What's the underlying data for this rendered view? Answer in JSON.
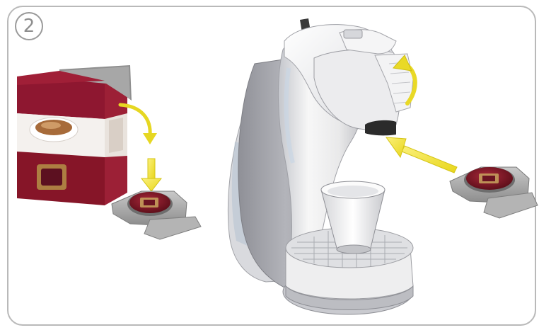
{
  "step": {
    "number": "2"
  },
  "colors": {
    "frame_border": "#b9b9b9",
    "box_red": "#8e1730",
    "box_white": "#f4f1ee",
    "capsule_red": "#7a1522",
    "holder_grey": "#9a9a9a",
    "machine_white": "#f2f2f2",
    "machine_grey": "#a9aab0",
    "arrow_yellow": "#f2e530"
  },
  "icons": [
    "capsule-box-illustration",
    "capsule-holder-illustration",
    "coffee-machine-illustration",
    "yellow-arrow-icon"
  ]
}
